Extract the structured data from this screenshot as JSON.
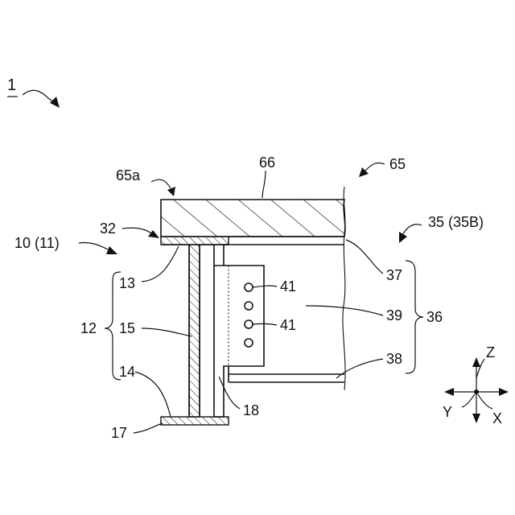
{
  "labels": {
    "fig": "1",
    "slab_ref": "65a",
    "slab": "66",
    "floor": "65",
    "joint": "35 (35B)",
    "plate32": "32",
    "beam": "10 (11)",
    "top_flange": "13",
    "web": "15",
    "bottom_flange_ref": "14",
    "bottom_flange": "17",
    "body": "12",
    "stiffener": "18",
    "upper_member": "37",
    "bolt_a": "41",
    "bolt_b": "41",
    "panel": "39",
    "group": "36",
    "lower_member": "38",
    "axis_z": "Z",
    "axis_y": "Y",
    "axis_x": "X"
  }
}
